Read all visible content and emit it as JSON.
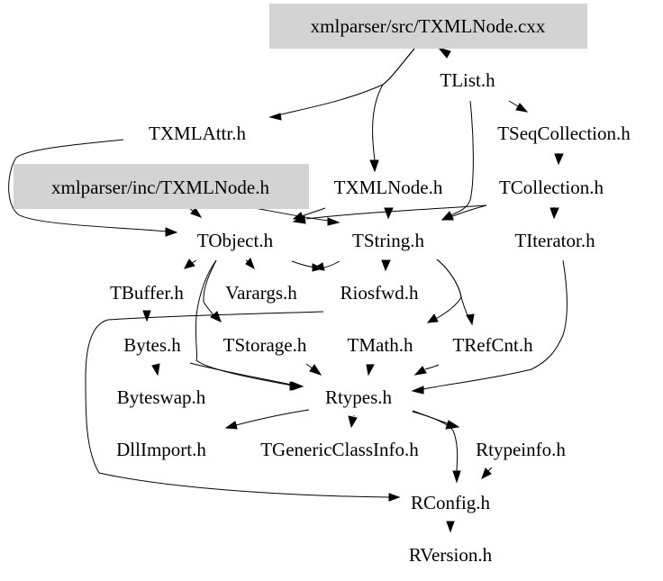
{
  "diagram": {
    "type": "include-dependency-graph",
    "colors": {
      "highlight_fill": "#d3d3d3",
      "edge": "#000000",
      "text": "#000000",
      "background": "#ffffff"
    },
    "nodes": [
      {
        "id": "src_txmlnode_cxx",
        "label": "xmlparser/src/TXMLNode.cxx",
        "highlighted": true
      },
      {
        "id": "tlist",
        "label": "TList.h",
        "highlighted": false
      },
      {
        "id": "txmlattr",
        "label": "TXMLAttr.h",
        "highlighted": false
      },
      {
        "id": "tseqcollection",
        "label": "TSeqCollection.h",
        "highlighted": false
      },
      {
        "id": "inc_txmlnode_h",
        "label": "xmlparser/inc/TXMLNode.h",
        "highlighted": true
      },
      {
        "id": "txmlnode",
        "label": "TXMLNode.h",
        "highlighted": false
      },
      {
        "id": "tcollection",
        "label": "TCollection.h",
        "highlighted": false
      },
      {
        "id": "tobject",
        "label": "TObject.h",
        "highlighted": false
      },
      {
        "id": "tstring",
        "label": "TString.h",
        "highlighted": false
      },
      {
        "id": "titerator",
        "label": "TIterator.h",
        "highlighted": false
      },
      {
        "id": "tbuffer",
        "label": "TBuffer.h",
        "highlighted": false
      },
      {
        "id": "varargs",
        "label": "Varargs.h",
        "highlighted": false
      },
      {
        "id": "riosfwd",
        "label": "Riosfwd.h",
        "highlighted": false
      },
      {
        "id": "bytes",
        "label": "Bytes.h",
        "highlighted": false
      },
      {
        "id": "tstorage",
        "label": "TStorage.h",
        "highlighted": false
      },
      {
        "id": "tmath",
        "label": "TMath.h",
        "highlighted": false
      },
      {
        "id": "trefcnt",
        "label": "TRefCnt.h",
        "highlighted": false
      },
      {
        "id": "byteswap",
        "label": "Byteswap.h",
        "highlighted": false
      },
      {
        "id": "rtypes",
        "label": "Rtypes.h",
        "highlighted": false
      },
      {
        "id": "dllimport",
        "label": "DllImport.h",
        "highlighted": false
      },
      {
        "id": "tgenericclassinfo",
        "label": "TGenericClassInfo.h",
        "highlighted": false
      },
      {
        "id": "rtypeinfo",
        "label": "Rtypeinfo.h",
        "highlighted": false
      },
      {
        "id": "rconfig",
        "label": "RConfig.h",
        "highlighted": false
      },
      {
        "id": "rversion",
        "label": "RVersion.h",
        "highlighted": false
      }
    ],
    "edges": [
      {
        "from": "src_txmlnode_cxx",
        "to": "tlist"
      },
      {
        "from": "src_txmlnode_cxx",
        "to": "txmlattr"
      },
      {
        "from": "src_txmlnode_cxx",
        "to": "txmlnode"
      },
      {
        "from": "tlist",
        "to": "tseqcollection"
      },
      {
        "from": "tlist",
        "to": "tstring"
      },
      {
        "from": "txmlattr",
        "to": "tobject"
      },
      {
        "from": "tseqcollection",
        "to": "tcollection"
      },
      {
        "from": "inc_txmlnode_h",
        "to": "tobject"
      },
      {
        "from": "inc_txmlnode_h",
        "to": "tstring"
      },
      {
        "from": "txmlnode",
        "to": "tobject"
      },
      {
        "from": "txmlnode",
        "to": "tstring"
      },
      {
        "from": "tcollection",
        "to": "tobject"
      },
      {
        "from": "tcollection",
        "to": "tstring"
      },
      {
        "from": "tcollection",
        "to": "titerator"
      },
      {
        "from": "tobject",
        "to": "tbuffer"
      },
      {
        "from": "tobject",
        "to": "varargs"
      },
      {
        "from": "tobject",
        "to": "riosfwd"
      },
      {
        "from": "tobject",
        "to": "tstorage"
      },
      {
        "from": "tobject",
        "to": "rtypes"
      },
      {
        "from": "tstring",
        "to": "riosfwd"
      },
      {
        "from": "tstring",
        "to": "tmath"
      },
      {
        "from": "tstring",
        "to": "trefcnt"
      },
      {
        "from": "tstring",
        "to": "tbuffer"
      },
      {
        "from": "tbuffer",
        "to": "bytes"
      },
      {
        "from": "riosfwd",
        "to": "rconfig"
      },
      {
        "from": "bytes",
        "to": "byteswap"
      },
      {
        "from": "bytes",
        "to": "rtypes"
      },
      {
        "from": "tstorage",
        "to": "rtypes"
      },
      {
        "from": "tmath",
        "to": "rtypes"
      },
      {
        "from": "trefcnt",
        "to": "rtypes"
      },
      {
        "from": "titerator",
        "to": "rtypes"
      },
      {
        "from": "rtypes",
        "to": "dllimport"
      },
      {
        "from": "rtypes",
        "to": "tgenericclassinfo"
      },
      {
        "from": "rtypes",
        "to": "rtypeinfo"
      },
      {
        "from": "rtypes",
        "to": "rconfig"
      },
      {
        "from": "rtypeinfo",
        "to": "rconfig"
      },
      {
        "from": "rconfig",
        "to": "rversion"
      }
    ]
  }
}
